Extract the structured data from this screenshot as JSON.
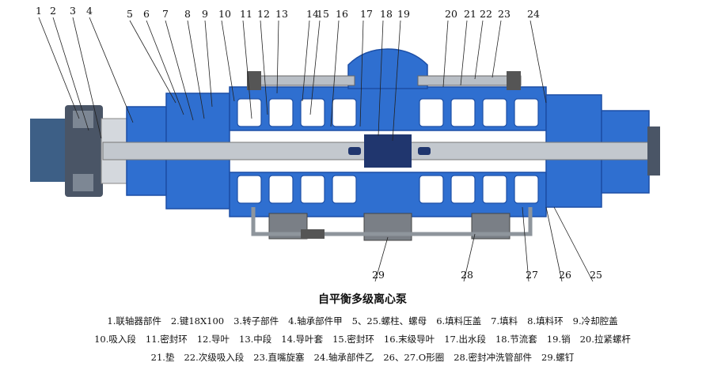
{
  "title": "自平衡多级离心泵",
  "callouts": [
    "1",
    "2",
    "3",
    "4",
    "5",
    "6",
    "7",
    "8",
    "9",
    "10",
    "11",
    "12",
    "13",
    "14",
    "15",
    "16",
    "17",
    "18",
    "19",
    "20",
    "21",
    "22",
    "23",
    "24",
    "25",
    "26",
    "27",
    "28",
    "29"
  ],
  "legend_rows": [
    [
      "1.联轴器部件",
      "2.键18X100",
      "3.转子部件",
      "4.轴承部件甲",
      "5、25.螺柱、螺母",
      "6.填料压盖",
      "7.填料",
      "8.填料环",
      "9.冷却腔盖"
    ],
    [
      "10.吸入段",
      "11.密封环",
      "12.导叶",
      "13.中段",
      "14.导叶套",
      "15.密封环",
      "16.末级导叶",
      "17.出水段",
      "18.节流套",
      "19.销",
      "20.拉紧螺杆"
    ],
    [
      "21.垫",
      "22.次级吸入段",
      "23.直嘴旋塞",
      "24.轴承部件乙",
      "26、27.O形圈",
      "28.密封冲洗管部件",
      "29.螺钉"
    ]
  ],
  "colors": {
    "casing": "#2f6fd0",
    "casing_dark": "#1d4fa6",
    "shaft": "#b9bfc6",
    "rod": "#8e959c",
    "hub": "#20366e",
    "motor": "#3d5f86"
  }
}
